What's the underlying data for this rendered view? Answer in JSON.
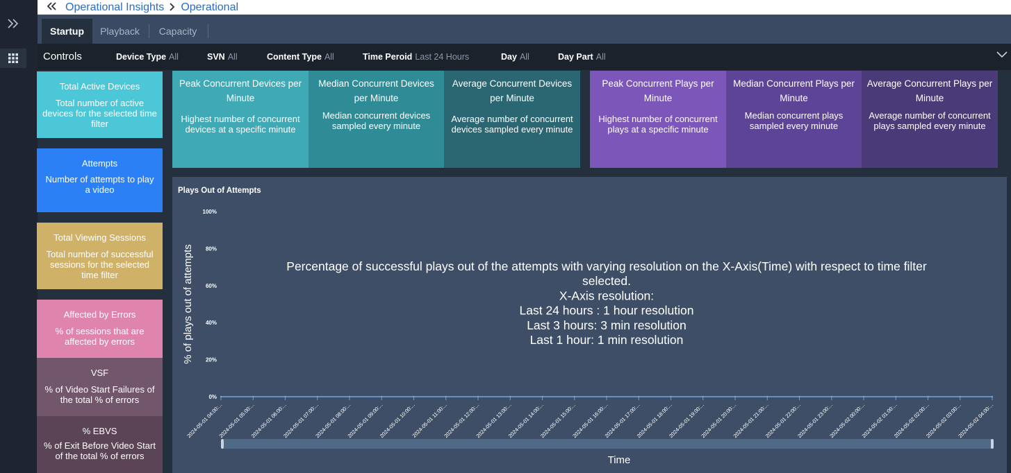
{
  "breadcrumb": {
    "parent": "Operational Insights",
    "current": "Operational"
  },
  "rail": {
    "icons": [
      "expand-chevrons-icon",
      "app-grid-icon"
    ]
  },
  "tabs": [
    {
      "label": "Startup"
    },
    {
      "label": "Playback"
    },
    {
      "label": "Capacity"
    }
  ],
  "controls": {
    "title": "Controls",
    "filters": [
      {
        "label": "Device Type",
        "value": "All"
      },
      {
        "label": "SVN",
        "value": "All"
      },
      {
        "label": "Content Type",
        "value": "All"
      },
      {
        "label": "Time Peroid",
        "value": "Last 24 Hours"
      },
      {
        "label": "Day",
        "value": "All"
      },
      {
        "label": "Day Part",
        "value": "All"
      }
    ]
  },
  "side_cards": [
    {
      "title": "Total Active Devices",
      "desc": "Total number of active devices for the selected time filter",
      "color": "#4cc7d8"
    },
    {
      "title": "Attempts",
      "desc": "Number of attempts to play a video",
      "color": "#2b80f5"
    },
    {
      "title": "Total Viewing Sessions",
      "desc": "Total number of successful sessions for the  selected time filter",
      "color": "#cfb167"
    },
    {
      "title": "Affected by Errors",
      "desc": "% of sessions that are affected by errors",
      "color": "#de84ad"
    },
    {
      "title": "VSF",
      "desc": "% of Video Start Failures of the total % of errors",
      "color": "#71566c"
    },
    {
      "title": "% EBVS",
      "desc": "% of Exit Before Video Start of the total % of errors",
      "color": "#5a4455"
    }
  ],
  "kpi_cards": [
    {
      "title": "Peak Concurrent Devices per Minute",
      "desc": "Highest number of concurrent devices at a specific minute",
      "color": "#3fa9b5"
    },
    {
      "title": "Median Concurrent Devices per Minute",
      "desc": "Median concurrent devices sampled every minute",
      "color": "#2f8c96"
    },
    {
      "title": "Average Concurrent Devices per Minute",
      "desc": "Average number of concurrent devices sampled every minute",
      "color": "#2a6772"
    },
    {
      "title": "Peak Concurrent Plays per Minute",
      "desc": "Highest number of concurrent plays at a specific minute",
      "color": "#7c56b8"
    },
    {
      "title": "Median Concurrent Plays per Minute",
      "desc": "Median concurrent plays sampled every minute",
      "color": "#5e4496"
    },
    {
      "title": "Average Concurrent Plays per Minute",
      "desc": "Average number of concurrent plays sampled every minute",
      "color": "#4a3a78"
    }
  ],
  "chart_data": {
    "type": "line",
    "title": "Plays Out of Attempts",
    "ylabel": "% of plays out of attempts",
    "xlabel": "Time",
    "ylim": [
      0,
      100
    ],
    "yticks": [
      "0%",
      "20%",
      "40%",
      "60%",
      "80%",
      "100%"
    ],
    "annotation": [
      "Percentage of successful plays out of the attempts with varying resolution on the X-Axis(Time) with respect to time filter",
      "selected.",
      "X-Axis resolution:",
      "Last 24 hours : 1 hour resolution",
      "Last 3 hours: 3 min resolution",
      "Last 1 hour: 1 min resolution"
    ],
    "x": [
      "2024-05-01 04:00:...",
      "2024-05-01 05:00:...",
      "2024-05-01 06:00:...",
      "2024-05-01 07:00:...",
      "2024-05-01 08:00:...",
      "2024-05-01 09:00:...",
      "2024-05-01 10:00:...",
      "2024-05-01 11:00:...",
      "2024-05-01 12:00:...",
      "2024-05-01 13:00:...",
      "2024-05-01 14:00:...",
      "2024-05-01 15:00:...",
      "2024-05-01 16:00:...",
      "2024-05-01 17:00:...",
      "2024-05-01 18:00:...",
      "2024-05-01 19:00:...",
      "2024-05-01 20:00:...",
      "2024-05-01 21:00:...",
      "2024-05-01 22:00:...",
      "2024-05-01 23:00:...",
      "2024-05-02 00:00:...",
      "2024-05-02 01:00:...",
      "2024-05-02 02:00:...",
      "2024-05-02 03:00:...",
      "2024-05-02 04:00:..."
    ],
    "series": [
      {
        "values": [
          0,
          0,
          0,
          0,
          0,
          0,
          0,
          0,
          0,
          0,
          0,
          0,
          0,
          0,
          0,
          0,
          0,
          0,
          0,
          0,
          0,
          0,
          0,
          0,
          0
        ]
      }
    ],
    "line_color": "#6fa8dc"
  }
}
